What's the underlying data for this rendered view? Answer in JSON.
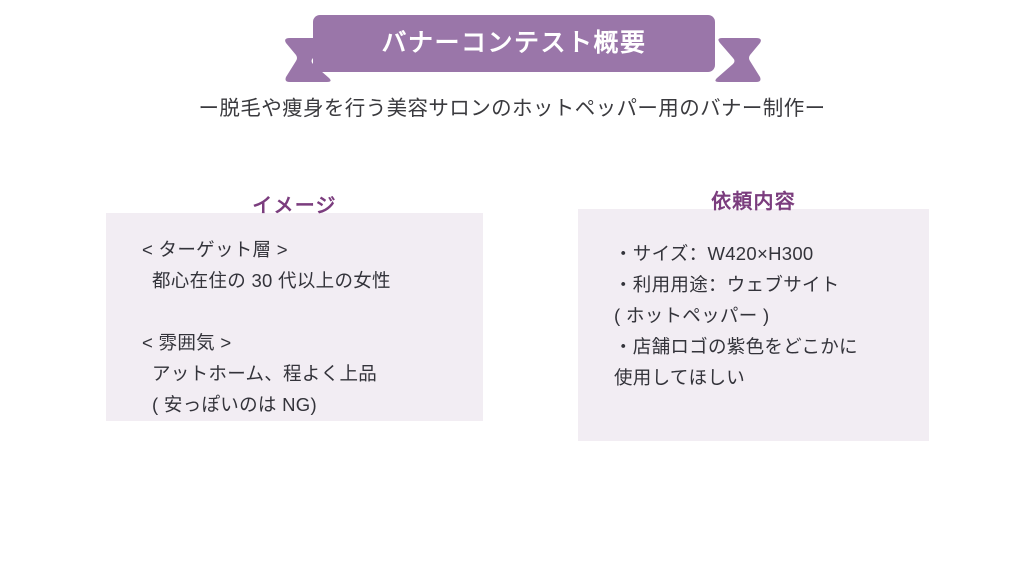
{
  "slide": {
    "background_color": "#ffffff",
    "ribbon": {
      "title": "バナーコンテスト概要",
      "body_color": "#9a76a9",
      "tail_color": "#9a76a9",
      "title_color": "#ffffff"
    },
    "subtitle": "ー脱毛や痩身を行う美容サロンのホットペッパー用のバナー制作ー",
    "subtitle_color": "#3a3a3e",
    "panels": [
      {
        "id": "image",
        "heading": "イメージ",
        "heading_color": "#7b3d7e",
        "box_color": "#f2edf3",
        "lines": [
          "< ターゲット層 >",
          " 都心在住の 30 代以上の女性",
          "",
          "< 雰囲気 >",
          " アットホーム、程よく上品",
          " ( 安っぽいのは NG)"
        ]
      },
      {
        "id": "request",
        "heading": "依頼内容",
        "heading_color": "#7b3d7e",
        "box_color": "#f2edf3",
        "lines": [
          "・サイズ：W420×H300",
          "・利用用途：ウェブサイト",
          "( ホットペッパー )",
          "・店舗ロゴの紫色をどこかに",
          "使用してほしい"
        ]
      }
    ]
  }
}
